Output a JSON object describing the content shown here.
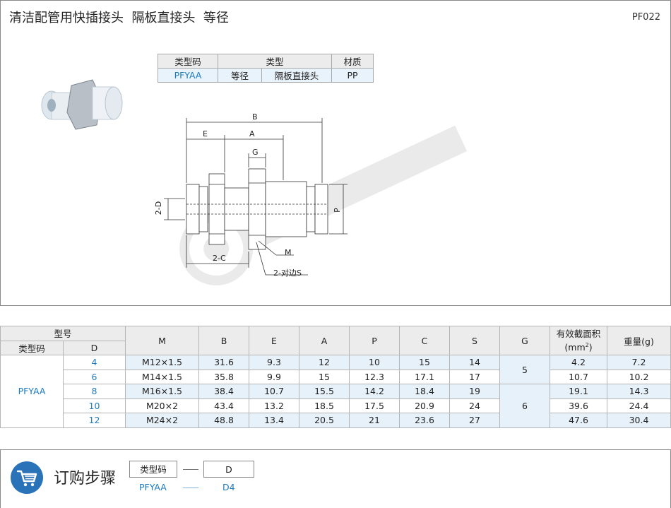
{
  "header": {
    "title": "清洁配管用快插接头  隔板直接头  等径",
    "code": "PF022"
  },
  "mini_table": {
    "headers": [
      "类型码",
      "类型",
      "材质"
    ],
    "row": {
      "type_code": "PFYAA",
      "type_a": "等径",
      "type_b": "隔板直接头",
      "material": "PP"
    }
  },
  "diagram": {
    "labels": {
      "B": "B",
      "E": "E",
      "A": "A",
      "G": "G",
      "D": "2-D",
      "P": "P",
      "C": "2-C",
      "M": "M",
      "S": "2-对边S"
    }
  },
  "spec_table": {
    "group_header": "型号",
    "sub_headers": [
      "类型码",
      "D"
    ],
    "col_headers": [
      "M",
      "B",
      "E",
      "A",
      "P",
      "C",
      "S",
      "G",
      "有效截面积",
      "(mm",
      "2",
      ")",
      "重量(g)"
    ],
    "type_code": "PFYAA",
    "rows": [
      {
        "D": "4",
        "M": "M12×1.5",
        "B": "31.6",
        "E": "9.3",
        "A": "12",
        "P": "10",
        "C": "15",
        "S": "14",
        "area": "4.2",
        "weight": "7.2"
      },
      {
        "D": "6",
        "M": "M14×1.5",
        "B": "35.8",
        "E": "9.9",
        "A": "15",
        "P": "12.3",
        "C": "17.1",
        "S": "17",
        "area": "10.7",
        "weight": "10.2"
      },
      {
        "D": "8",
        "M": "M16×1.5",
        "B": "38.4",
        "E": "10.7",
        "A": "15.5",
        "P": "14.2",
        "C": "18.4",
        "S": "19",
        "area": "19.1",
        "weight": "14.3"
      },
      {
        "D": "10",
        "M": "M20×2",
        "B": "43.4",
        "E": "13.2",
        "A": "18.5",
        "P": "17.5",
        "C": "20.9",
        "S": "24",
        "area": "39.6",
        "weight": "24.4"
      },
      {
        "D": "12",
        "M": "M24×2",
        "B": "48.8",
        "E": "13.4",
        "A": "20.5",
        "P": "21",
        "C": "23.6",
        "S": "27",
        "area": "47.6",
        "weight": "30.4"
      }
    ],
    "G_groups": [
      "5",
      "6"
    ]
  },
  "order": {
    "title": "订购步骤",
    "boxes": [
      "类型码",
      "D"
    ],
    "values": [
      "PFYAA",
      "D4"
    ],
    "icon": "shopping-cart-icon"
  },
  "colors": {
    "accent": "#1e7bbf",
    "header_bg": "#ececec",
    "row_bg": "#e7f1fa"
  }
}
